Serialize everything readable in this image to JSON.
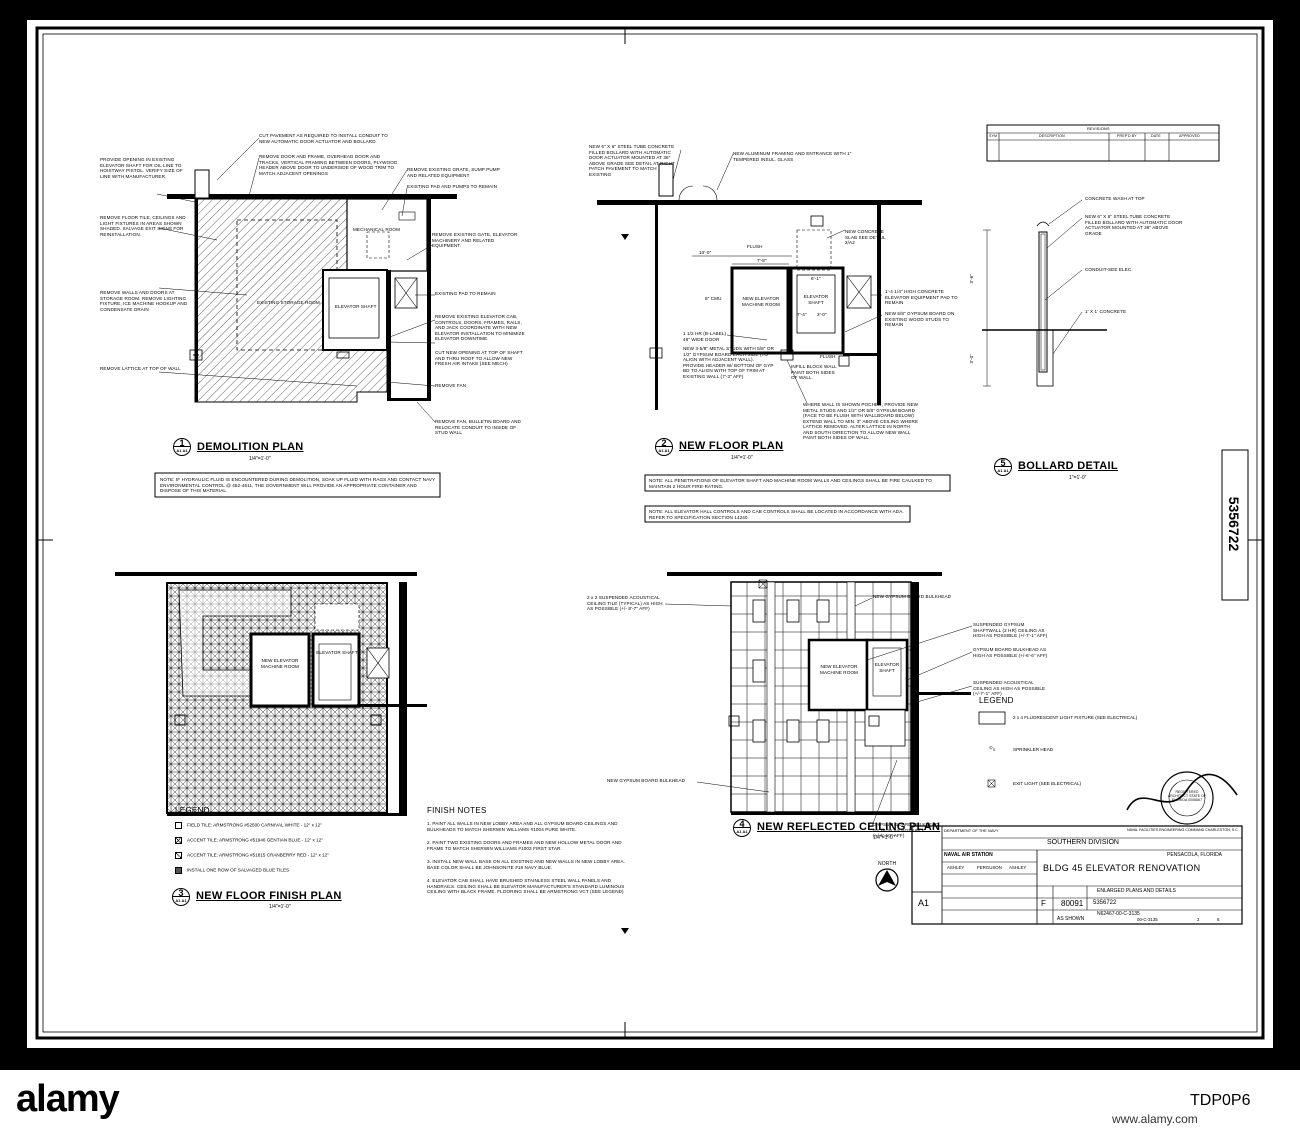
{
  "drawings": {
    "demolition": {
      "title": "DEMOLITION PLAN",
      "number": "1",
      "sheet_ref": "A1 A1",
      "scale": "1/4\"=1'-0\"",
      "notes_left": [
        "PROVIDE OPENING IN EXISTING ELEVATOR SHAFT FOR OIL LINE TO HOISTWAY PISTOL. VERIFY SIZE OF LINE WITH MANUFACTURER.",
        "REMOVE FLOOR TILE, CEILINGS AND LIGHT FIXTURES IN AREAS SHOWN SHADED. SALVAGE EXIT SIGNS FOR REINSTALLATION.",
        "REMOVE WALLS AND DOORS AT STORAGE ROOM. REMOVE LIGHTING FIXTURE, ICE MACHINE HOOKUP AND CONDENSATE DRAIN",
        "REMOVE LATTICE AT TOP OF WALL"
      ],
      "notes_top": [
        "CUT PAVEMENT AS REQUIRED TO INSTALL CONDUIT TO NEW AUTOMATIC DOOR ACTUATOR AND BOLLARD",
        "REMOVE DOOR AND FRAME, OVERHEAD DOOR AND TRACKS, VERTICAL FRAMING BETWEEN DOORS, PLYWOOD HEADER ABOVE DOOR TO UNDERSIDE OF WOOD TRIM TO MATCH ADJACENT OPENINGS"
      ],
      "notes_right": [
        "REMOVE EXISTING GRATE, SUMP PUMP AND RELATED EQUIPMENT",
        "EXISTING PAD AND PUMPS TO REMAIN",
        "REMOVE EXISTING GATE, ELEVATOR MACHINERY AND RELATED EQUIPMENT.",
        "EXISTING PAD TO REMAIN",
        "REMOVE EXISTING ELEVATOR CAB, CONTROLS, DOORS, FRAMES, RAILS, AND JACK COORDINATE WITH NEW ELEVATOR INSTALLATION TO MINIMIZE ELEVATOR DOWNTIME.",
        "CUT NEW OPENING AT TOP OF SHAFT AND THRU ROOF TO ALLOW NEW FRESH AIR INTAKE (SEE MECH)",
        "REMOVE FAN",
        "REMOVE FAN, BULLETIN BOARD AND RELOCATE CONDUIT TO INSIDE OF STUD WALL"
      ],
      "rooms": [
        "MECHANICAL ROOM",
        "EXISTING STORAGE ROOM",
        "ELEVATOR SHAFT"
      ],
      "note_box": "NOTE: IF HYDRAULIC FLUID IS ENCOUNTERED DURING DEMOLITION, SOAK UP FLUID WITH RAGS AND CONTACT NAVY ENVIRONMENTAL CONTROL @ 452-4611. THE GOVERNMENT WILL PROVIDE AN APPROPRIATE CONTAINER AND DISPOSE OF THIS MATERIAL."
    },
    "new_floor": {
      "title": "NEW FLOOR PLAN",
      "number": "2",
      "sheet_ref": "A1 A1",
      "scale": "1/4\"=1'-0\"",
      "notes": [
        "NEW 6\" X 6\" STEEL TUBE CONCRETE FILLED BOLLARD WITH AUTOMATIC DOOR ACTUATOR MOUNTED AT 36\" ABOVE GRADE SEE DETAIL AT RIGHT PATCH PAVEMENT TO MATCH EXISTING",
        "NEW ALUMINUM FRAMING AND ENTRANCE WITH 1\" TEMPERED INSUL. GLASS",
        "NEW CONCRETE SLAB SEE DETAIL 2/A2",
        "FLUSH",
        "1'-4 1/4\" HIGH CONCRETE ELEVATOR EQUIPMENT PAD TO REMAIN",
        "NEW 5/8\" GYPSUM BOARD ON EXISTING WOOD STUDS TO REMAIN",
        "1 1/2 HR (B-LABEL) 48\" WIDE DOOR",
        "NEW 3-5/8\" METAL STUDS WITH 5/8\" OR 1/2\" GYPSUM BOARD EACH SIDE (TO ALIGN WITH ADJACENT WALL). PROVIDE HEADER W/ BOTTOM OF GYP BD TO ALIGN WITH TOP OF TRIM AT EXISTING WALL (7'-3\" AFF)",
        "INFILL BLOCK WALL PAINT BOTH SIDES OF WALL.",
        "FLUSH",
        "WHERE WALL IS SHOWN POCHED, PROVIDE NEW METAL STUDS AND 1/2\" OR 5/8\" GYPSUM BOARD (FACE TO BE FLUSH WITH WALLBOARD BELOW) EXTEND WALL TO MIN. 3\" ABOVE CEILING WHERE LATTICE REMOVED. ALTER LATTICE IN NORTH AND SOUTH DIRECTION TO ALLOW NEW WALL PAINT BOTH SIDES OF WALL"
      ],
      "dims": [
        "10'-0\"",
        "7'-8\"",
        "8\" CMU",
        "6'-1\"",
        "3'-0\"",
        "7'-4\""
      ],
      "rooms": [
        "NEW ELEVATOR MACHINE ROOM",
        "ELEVATOR SHAFT"
      ],
      "note_box_1": "NOTE: ALL PENETRATIONS OF ELEVATOR SHAFT AND MACHINE ROOM WALLS AND CEILINGS SHALL BE FIRE CAULKED TO MAINTAIN 2 HOUR FIRE-RATING.",
      "note_box_2": "NOTE: ALL ELEVATOR HALL CONTROLS AND CAB CONTROLS SHALL BE LOCATED IN ACCORDANCE WITH ADA. REFER TO SPECIFICATION SECTION 14240."
    },
    "bollard": {
      "title": "BOLLARD DETAIL",
      "number": "5",
      "sheet_ref": "A1 A1",
      "scale": "1\"=1'-0\"",
      "notes": [
        "CONCRETE WASH AT TOP",
        "NEW 6\" X 6\" STEEL TUBE CONCRETE FILLED BOLLARD WITH AUTOMATIC DOOR ACTUATOR MOUNTED AT 36\" ABOVE GRADE",
        "CONDUIT-SEE ELEC.",
        "1' X 1' CONCRETE"
      ],
      "dims": [
        "3'-6\"",
        "3'-0\""
      ]
    },
    "floor_finish": {
      "title": "NEW FLOOR FINISH PLAN",
      "number": "3",
      "sheet_ref": "A1 A1",
      "scale": "1/4\"=1'-0\"",
      "rooms": [
        "NEW ELEVATOR MACHINE ROOM",
        "ELEVATOR SHAFT"
      ],
      "legend_title": "LEGEND",
      "legend": [
        "FIELD TILE: ARMSTRONG #52500 CARNIVAL WHITE - 12\" x 12\"",
        "ACCENT TILE: ARMSTRONG #51946 GENTIAN BLUE - 12\" x 12\"",
        "ACCENT TILE: ARMSTRONG #51815 CRANBERRY RED - 12\" x 12\"",
        "INSTALL ONE ROW OF SALVAGED BLUE TILES"
      ],
      "finish_title": "FINISH NOTES",
      "finish_notes": [
        "1. PAINT ALL WALLS IN NEW LOBBY AREA AND ALL GYPSUM BOARD CEILINGS AND BULKHEADS TO MATCH SHERWIN WILLIAMS #1004 PURE WHITE.",
        "2. PAINT TWO EXISTING DOORS AND FRAMES AND NEW HOLLOW METAL DOOR AND FRAME TO MATCH SHERWIN WILLIAMS #1003 FIRST STAR.",
        "3. INSTALL NEW WALL BASE ON ALL EXISTING AND NEW WALLS IN NEW LOBBY AREA. BASE COLOR SHALL BE JOHNSONITE #18 NAVY BLUE.",
        "4. ELEVATOR CAB SHALL HAVE BRUSHED STAINLESS STEEL WALL PANELS AND HANDRAILS. CEILING SHALL BE ELEVATOR MANUFACTURER'S STANDARD LUMINOUS CEILING WITH BLACK FRAME. FLOORING SHALL BE ARMSTRONG VCT (SEE LEGEND)"
      ]
    },
    "ceiling": {
      "title": "NEW REFLECTED CEILING PLAN",
      "number": "4",
      "sheet_ref": "A1 A1",
      "scale": "1/4\"=1'-0\"",
      "notes": [
        "2 x 2 SUSPENDED ACOUSTICAL CEILING TILE (TYPICAL) AS HIGH AS POSSIBLE (+/- 8'-7\" AFF)",
        "NEW GYPSUM BOARD BULKHEAD",
        "SUSPENDED GYPSUM SHAFTWALL (2 HR) CEILING AS HIGH AS POSSIBLE (+/-7'-1\" AFF)",
        "GYPSUM BOARD BULKHEAD AS HIGH AS POSSIBLE (+/-6'-6\" AFF)",
        "SUSPENDED ACOUSTICAL CEILING AS HIGH AS POSSIBLE (+/-7'-1\" AFF)",
        "NEW GYPSUM BOARD BULKHEAD",
        "GYPSUM BOARD BULKHEAD AS HIGH AS POSSIBLE (+/-6'-10\" AFF)"
      ],
      "rooms": [
        "NEW ELEVATOR MACHINE ROOM",
        "ELEVATOR SHAFT"
      ],
      "legend_title": "LEGEND",
      "legend": [
        "2 x 4 FLUORESCENT LIGHT FIXTURE (SEE ELECTRICAL)",
        "SPRINKLER HEAD",
        "EXIT LIGHT (SEE ELECTRICAL)"
      ]
    }
  },
  "revisions": {
    "header": "REVISIONS",
    "cols": [
      "SYM",
      "DESCRIPTION",
      "PREP'D BY",
      "DATE",
      "APPROVED"
    ]
  },
  "north_label": "NORTH",
  "title_block": {
    "dept": "DEPARTMENT OF THE NAVY",
    "command": "NAVAL FACILITIES ENGINEERING COMMAND CHARLESTON, S.C.",
    "division": "SOUTHERN DIVISION",
    "station": "NAVAL AIR STATION",
    "location": "PENSACOLA, FLORIDA",
    "project": "BLDG 45 ELEVATOR RENOVATION",
    "sheet_title": "ENLARGED PLANS AND DETAILS",
    "sheet_id": "A1",
    "names": [
      "ASHLEY",
      "FERGUSON",
      "ASHLEY"
    ],
    "size": "F",
    "code_id": "80091",
    "drawing_no": "5356722",
    "spec": "N62467-00-C-3135",
    "scale": "AS SHOWN",
    "contract": "00-C-3135",
    "sheet": "2",
    "of": "6",
    "stamp": "REGISTERED ARCHITECT STATE OF FLORIDA 0006667"
  },
  "side_number": "5356722",
  "footer": {
    "brand": "alamy",
    "code": "TDP0P6",
    "url": "www.alamy.com"
  }
}
